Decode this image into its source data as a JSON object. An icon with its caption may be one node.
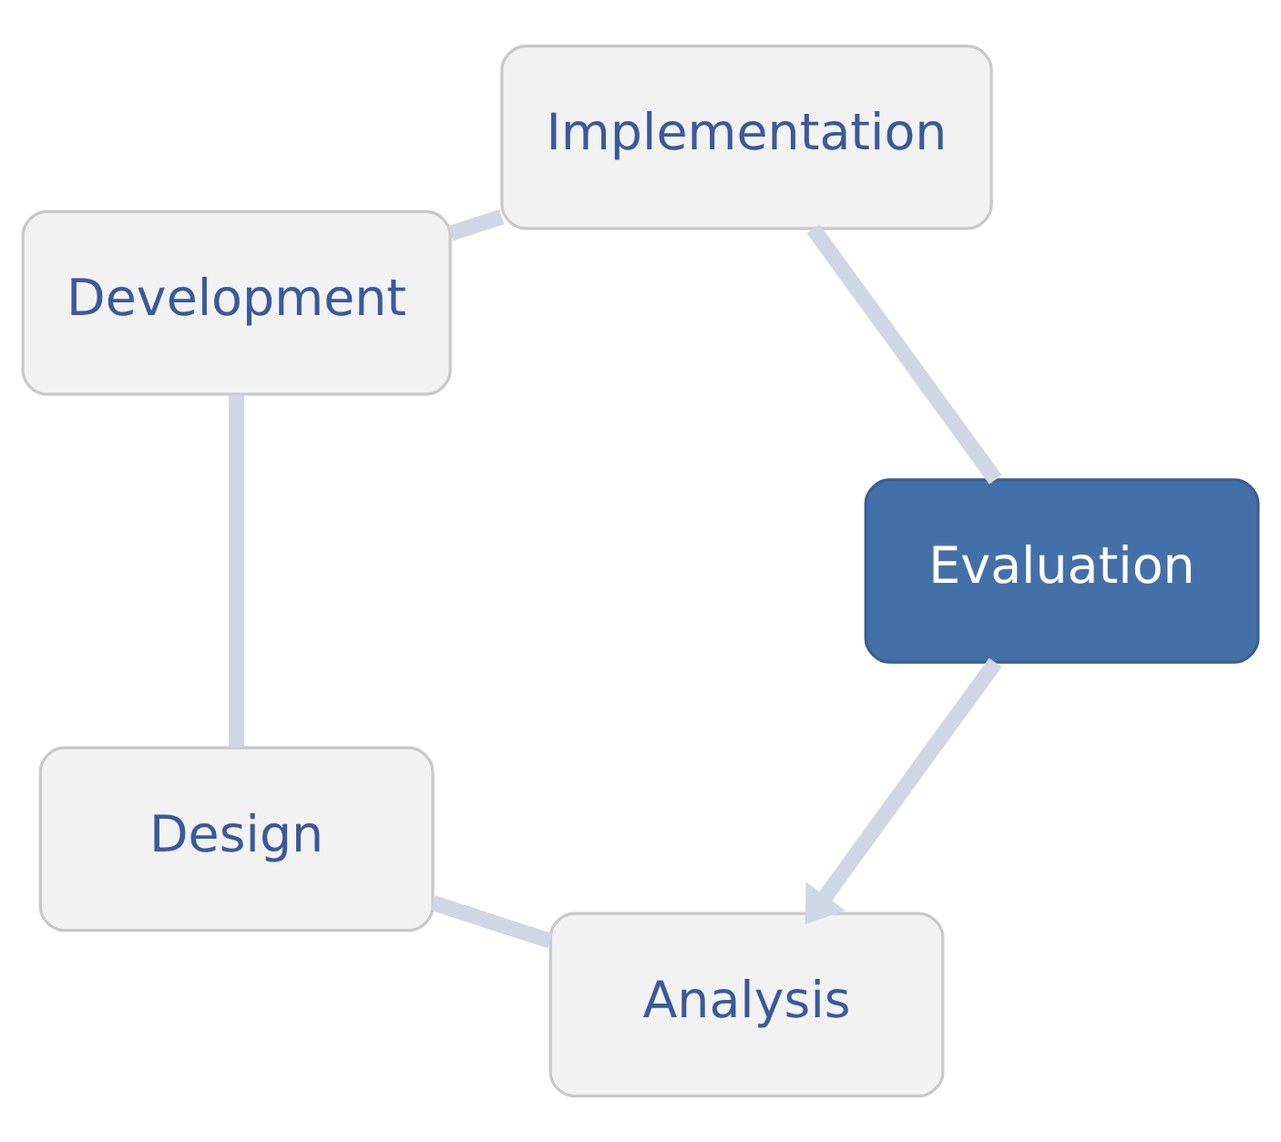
{
  "diagram": {
    "nodes": [
      {
        "text": [
          "Analysis"
        ]
      },
      {
        "text": [
          "Design"
        ]
      },
      {
        "text": [
          "Development"
        ]
      },
      {
        "text": [
          "Implementation"
        ]
      },
      {
        "text": [
          "Evaluation"
        ]
      }
    ],
    "edges": [
      {
        "from": 0,
        "to": 1,
        "arrow": "none"
      },
      {
        "from": 1,
        "to": 2,
        "arrow": "none"
      },
      {
        "from": 2,
        "to": 3,
        "arrow": "none"
      },
      {
        "from": 3,
        "to": 4,
        "arrow": "none"
      },
      {
        "from": 4,
        "to": 0,
        "arrow": "to"
      }
    ]
  }
}
